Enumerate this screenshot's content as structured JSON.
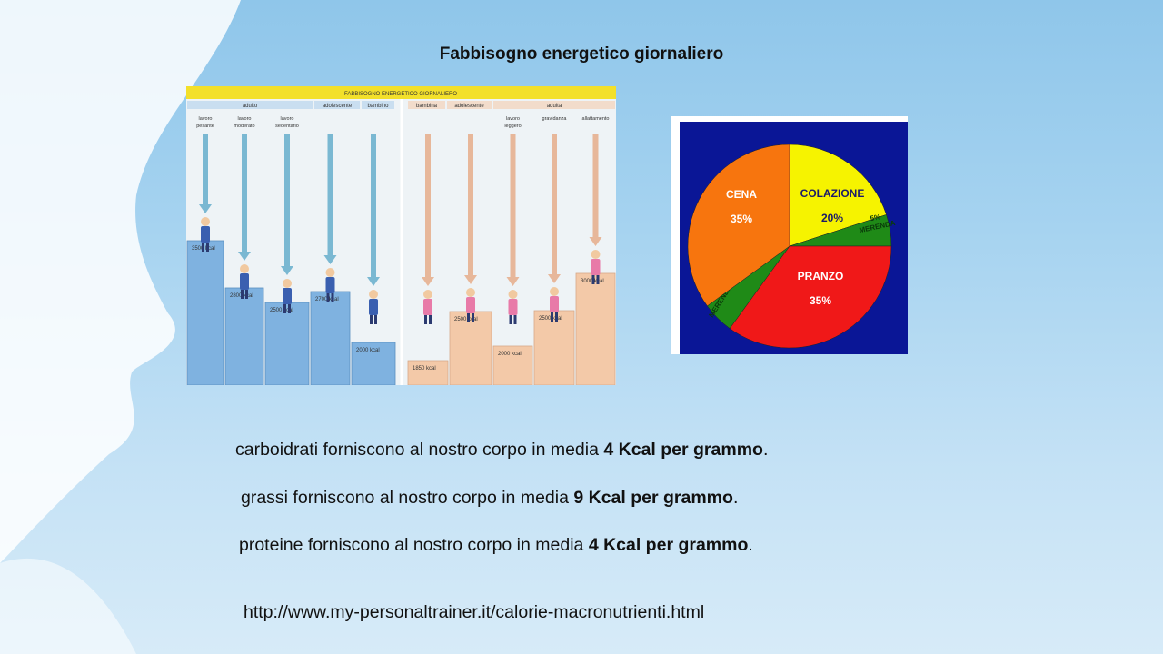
{
  "slide": {
    "title": "Fabbisogno energetico giornaliero",
    "lines": [
      {
        "pre": "carboidrati forniscono al nostro corpo in media ",
        "bold": "4 Kcal per grammo",
        "post": "."
      },
      {
        "pre": "grassi forniscono al nostro corpo in media ",
        "bold": "9 Kcal per grammo",
        "post": "."
      },
      {
        "pre": "proteine forniscono al nostro corpo in media ",
        "bold": "4 Kcal per grammo",
        "post": "."
      }
    ],
    "source_url": "http://www.my-personaltrainer.it/calorie-macronutrienti.html"
  },
  "infographic": {
    "header": "FABBISOGNO ENERGETICO GIORNALIERO",
    "groups": [
      "adulto",
      "adolescente",
      "bambino",
      "bambina",
      "adolescente",
      "adulta"
    ],
    "columns": [
      {
        "label": "lavoro pesante",
        "kcal": "3500 kcal"
      },
      {
        "label": "lavoro moderato",
        "kcal": "2800 kcal"
      },
      {
        "label": "lavoro sedentario",
        "kcal": "2500 kcal"
      },
      {
        "label": "",
        "kcal": "2700 kcal"
      },
      {
        "label": "",
        "kcal": "2000 kcal"
      },
      {
        "label": "",
        "kcal": "1850 kcal"
      },
      {
        "label": "",
        "kcal": "2500 kcal"
      },
      {
        "label": "lavoro leggero",
        "kcal": "2000 kcal"
      },
      {
        "label": "gravidanza",
        "kcal": "2500 kcal"
      },
      {
        "label": "allattamento",
        "kcal": "3000 kcal"
      }
    ],
    "colors": {
      "male": "#7fb2e0",
      "female": "#f3c9a8",
      "header": "#f3e02a"
    }
  },
  "pie": {
    "colors": {
      "bg": "#0a1696"
    },
    "slices": [
      {
        "label": "COLAZIONE",
        "pct_label": "20%",
        "value": 20,
        "color": "#f6f300"
      },
      {
        "label": "MERENDA",
        "pct_label": "5%",
        "value": 5,
        "color": "#1f8a17"
      },
      {
        "label": "PRANZO",
        "pct_label": "35%",
        "value": 35,
        "color": "#f01818"
      },
      {
        "label": "MERENDA",
        "pct_label": "5%",
        "value": 5,
        "color": "#1f8a17"
      },
      {
        "label": "CENA",
        "pct_label": "35%",
        "value": 35,
        "color": "#f7750e"
      }
    ]
  }
}
